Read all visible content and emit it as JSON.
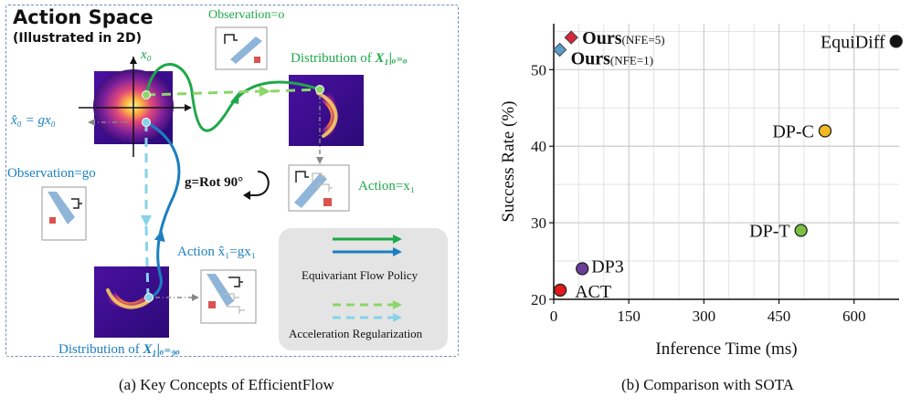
{
  "panel_a": {
    "title": "Action Space",
    "subtitle": "(Illustrated in 2D)",
    "observation_o": "Observation=o",
    "distribution_o_prefix": "Distribution of ",
    "distribution_o_math": "X₁|ₒ₌ₒ",
    "x0": "x₀",
    "hat_x0_eq": "x̂₀ = gx₀",
    "observation_go": "Observation=go",
    "rot_label": "g=Rot 90°",
    "action_x1": "Action=x₁",
    "action_hat_x1": "Action x̂₁=gx₁",
    "distribution_go_prefix": "Distribution of ",
    "distribution_go_math": "X₁|ₒ₌₉ₒ",
    "legend_equivariant": "Equivariant Flow Policy",
    "legend_acceleration": "Acceleration Regularization",
    "caption": "(a) Key Concepts of EfficientFlow"
  },
  "panel_b": {
    "caption": "(b) Comparison with SOTA"
  },
  "colors": {
    "green": "#1fa84a",
    "blue": "#1b7fc0",
    "light_green": "#8cd66a",
    "light_blue": "#86d3ea",
    "red": "#d62020",
    "box_border": "#6c8fb5"
  },
  "chart_data": {
    "type": "scatter",
    "title": "",
    "xlabel": "Inference Time (ms)",
    "ylabel": "Success Rate (%)",
    "xlim": [
      0,
      690
    ],
    "ylim": [
      20,
      56
    ],
    "xticks": [
      0,
      150,
      300,
      450,
      600
    ],
    "yticks": [
      20,
      30,
      40,
      50
    ],
    "grid": true,
    "points": [
      {
        "name": "Ours",
        "suffix": "(NFE=5)",
        "x": 35,
        "y": 54.2,
        "marker": "diamond",
        "color": "#d6283c",
        "bold": true
      },
      {
        "name": "Ours",
        "suffix": "(NFE=1)",
        "x": 12,
        "y": 52.6,
        "marker": "diamond",
        "color": "#5a9bc8",
        "bold": true
      },
      {
        "name": "EquiDiff",
        "suffix": "",
        "x": 684,
        "y": 53.7,
        "marker": "circle",
        "color": "#111111",
        "bold": false
      },
      {
        "name": "DP-C",
        "suffix": "",
        "x": 542,
        "y": 42.0,
        "marker": "circle",
        "color": "#f2b922",
        "bold": false
      },
      {
        "name": "DP-T",
        "suffix": "",
        "x": 494,
        "y": 29.0,
        "marker": "circle",
        "color": "#7bc043",
        "bold": false
      },
      {
        "name": "DP3",
        "suffix": "",
        "x": 57,
        "y": 24.0,
        "marker": "circle",
        "color": "#6a3d9a",
        "bold": false
      },
      {
        "name": "ACT",
        "suffix": "",
        "x": 13,
        "y": 21.2,
        "marker": "circle",
        "color": "#e31a1c",
        "bold": false
      }
    ]
  }
}
